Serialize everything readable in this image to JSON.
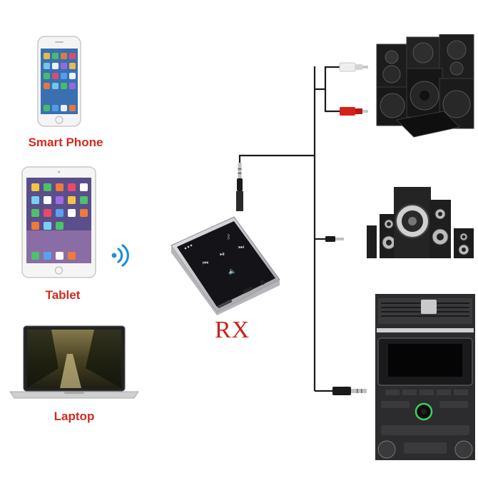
{
  "sources": {
    "phone_label": "Smart Phone",
    "tablet_label": "Tablet",
    "laptop_label": "Laptop"
  },
  "receiver": {
    "label": "RX",
    "icons": [
      "bluetooth-icon",
      "prev-icon",
      "play-pause-icon",
      "next-icon",
      "volume-icon"
    ]
  },
  "outputs": [
    "speaker-stack",
    "speaker-set",
    "car-stereo"
  ],
  "colors": {
    "label_red": "#d22a1e",
    "cable": "#1a1a1a",
    "rca_red": "#d8201a",
    "rca_white": "#eeeeee"
  }
}
